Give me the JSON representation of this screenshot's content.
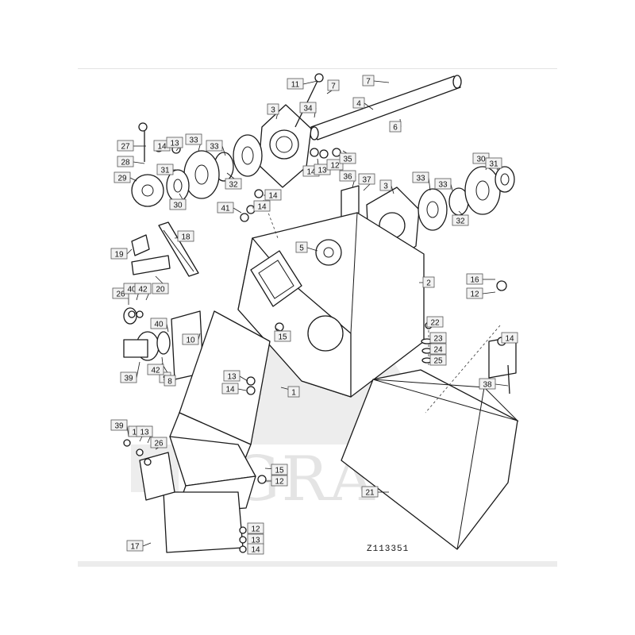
{
  "diagram": {
    "drawing_code": "Z113351",
    "watermark_text": "AGRA",
    "callouts": [
      {
        "n": "11"
      },
      {
        "n": "7"
      },
      {
        "n": "7"
      },
      {
        "n": "3"
      },
      {
        "n": "34"
      },
      {
        "n": "4"
      },
      {
        "n": "6"
      },
      {
        "n": "27"
      },
      {
        "n": "14"
      },
      {
        "n": "13"
      },
      {
        "n": "33"
      },
      {
        "n": "33"
      },
      {
        "n": "28"
      },
      {
        "n": "31"
      },
      {
        "n": "29"
      },
      {
        "n": "30"
      },
      {
        "n": "32"
      },
      {
        "n": "14"
      },
      {
        "n": "13"
      },
      {
        "n": "12"
      },
      {
        "n": "35"
      },
      {
        "n": "14"
      },
      {
        "n": "14"
      },
      {
        "n": "41"
      },
      {
        "n": "36"
      },
      {
        "n": "37"
      },
      {
        "n": "3"
      },
      {
        "n": "33"
      },
      {
        "n": "33"
      },
      {
        "n": "30"
      },
      {
        "n": "31"
      },
      {
        "n": "32"
      },
      {
        "n": "18"
      },
      {
        "n": "19"
      },
      {
        "n": "5"
      },
      {
        "n": "20"
      },
      {
        "n": "2"
      },
      {
        "n": "26"
      },
      {
        "n": "40"
      },
      {
        "n": "42"
      },
      {
        "n": "16"
      },
      {
        "n": "12"
      },
      {
        "n": "40"
      },
      {
        "n": "10"
      },
      {
        "n": "15"
      },
      {
        "n": "22"
      },
      {
        "n": "23"
      },
      {
        "n": "24"
      },
      {
        "n": "25"
      },
      {
        "n": "14"
      },
      {
        "n": "39"
      },
      {
        "n": "9"
      },
      {
        "n": "42"
      },
      {
        "n": "8"
      },
      {
        "n": "13"
      },
      {
        "n": "14"
      },
      {
        "n": "1"
      },
      {
        "n": "38"
      },
      {
        "n": "39"
      },
      {
        "n": "12"
      },
      {
        "n": "13"
      },
      {
        "n": "26"
      },
      {
        "n": "15"
      },
      {
        "n": "12"
      },
      {
        "n": "21"
      },
      {
        "n": "12"
      },
      {
        "n": "13"
      },
      {
        "n": "14"
      },
      {
        "n": "17"
      }
    ]
  }
}
